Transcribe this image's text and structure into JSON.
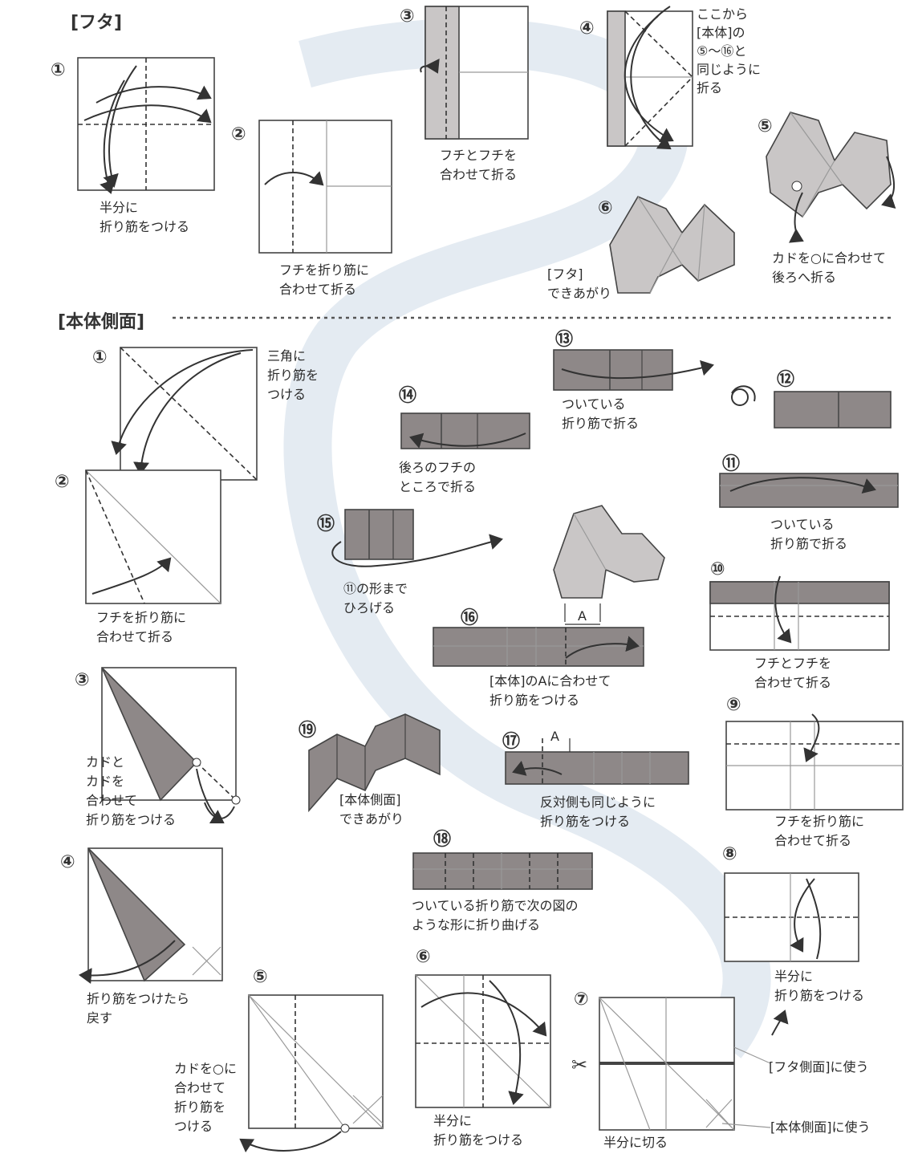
{
  "sections": {
    "futa": {
      "title": "[フタ]"
    },
    "hontai": {
      "title": "[本体側面]"
    }
  },
  "futa_steps": [
    {
      "num": "①",
      "caption": "半分に\n折り筋をつける"
    },
    {
      "num": "②",
      "caption": "フチを折り筋に\n合わせて折る"
    },
    {
      "num": "③",
      "caption": "フチとフチを\n合わせて折る"
    },
    {
      "num": "④",
      "caption": "ここから\n[本体]の\n⑤〜⑯と\n同じように\n折る"
    },
    {
      "num": "⑤",
      "caption": "カドを○に合わせて\n後ろへ折る"
    },
    {
      "num": "⑥",
      "caption": "[フタ]\nできあがり"
    }
  ],
  "hontai_steps": [
    {
      "num": "①",
      "caption": "三角に\n折り筋を\nつける"
    },
    {
      "num": "②",
      "caption": "フチを折り筋に\n合わせて折る"
    },
    {
      "num": "③",
      "caption": "カドと\nカドを\n合わせて\n折り筋をつける"
    },
    {
      "num": "④",
      "caption": "折り筋をつけたら\n戻す"
    },
    {
      "num": "⑤",
      "caption": "カドを○に\n合わせて\n折り筋を\nつける"
    },
    {
      "num": "⑥",
      "caption": "半分に\n折り筋をつける"
    },
    {
      "num": "⑦",
      "caption": "半分に切る"
    },
    {
      "num": "⑧",
      "caption": "半分に\n折り筋をつける"
    },
    {
      "num": "⑨",
      "caption": "フチを折り筋に\n合わせて折る"
    },
    {
      "num": "⑩",
      "caption": "フチとフチを\n合わせて折る"
    },
    {
      "num": "⑪",
      "caption": "ついている\n折り筋で折る"
    },
    {
      "num": "⑫",
      "caption": ""
    },
    {
      "num": "⑬",
      "caption": "ついている\n折り筋で折る"
    },
    {
      "num": "⑭",
      "caption": "後ろのフチの\nところで折る"
    },
    {
      "num": "⑮",
      "caption": "⑪の形まで\nひろげる"
    },
    {
      "num": "⑯",
      "caption": "[本体]のAに合わせて\n折り筋をつける"
    },
    {
      "num": "⑰",
      "caption": "反対側も同じように\n折り筋をつける"
    },
    {
      "num": "⑱",
      "caption": "ついている折り筋で次の図の\nような形に折り曲げる"
    },
    {
      "num": "⑲",
      "caption": "[本体側面]\nできあがり"
    }
  ],
  "labels": {
    "futa_side": "[フタ側面]に使う",
    "hontai_side": "[本体側面]に使う",
    "mark_a": "A"
  }
}
